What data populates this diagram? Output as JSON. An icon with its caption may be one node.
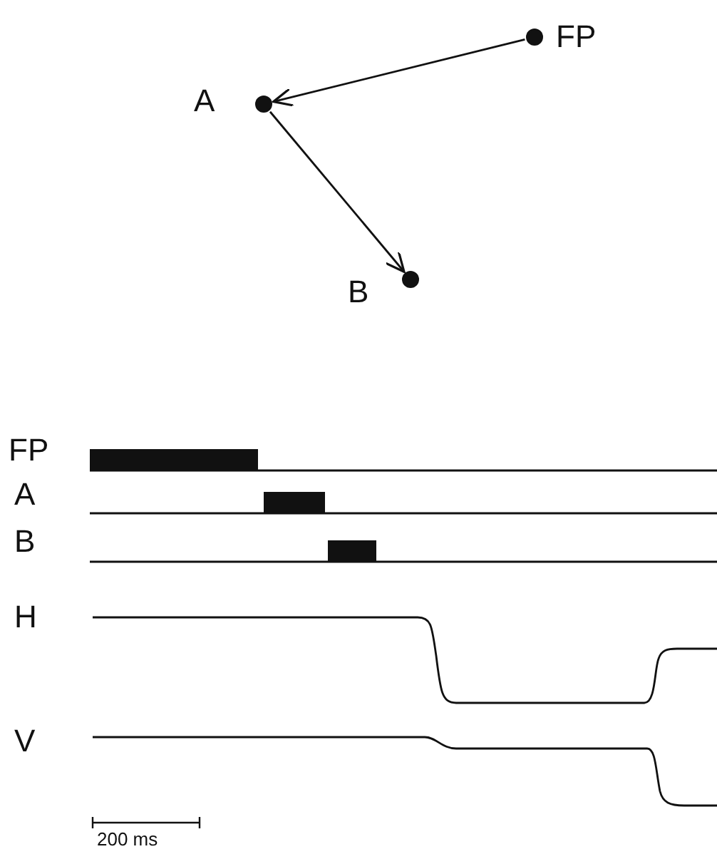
{
  "diagram": {
    "nodes": [
      {
        "text": [],
        "shape": "circle",
        "beside": [
          "FP"
        ]
      },
      {
        "text": [],
        "shape": "circle",
        "beside": [
          "A"
        ]
      },
      {
        "text": [],
        "shape": "circle",
        "beside": [
          "B"
        ]
      }
    ],
    "edges": [
      {
        "from": 0,
        "to": 1,
        "arrow": "to"
      },
      {
        "from": 1,
        "to": 2,
        "arrow": "to"
      }
    ],
    "labels": [
      "FP",
      "A",
      "B",
      "H",
      "V",
      "200 ms"
    ]
  }
}
